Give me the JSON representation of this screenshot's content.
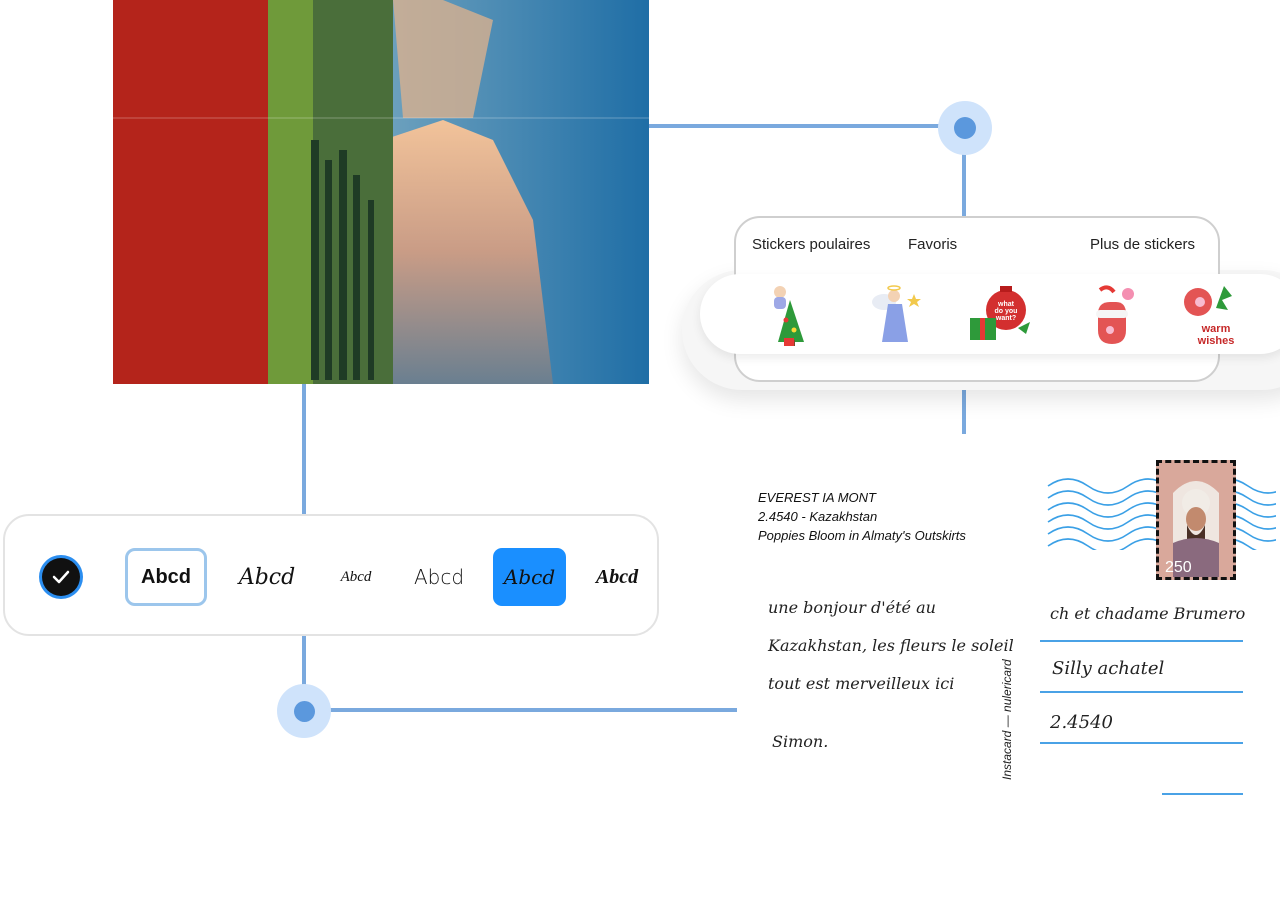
{
  "photo": {
    "subject": "poppy field and mountains"
  },
  "stickers": {
    "tabs": [
      "Stickers poulaires",
      "Favoris",
      "Plus de stickers"
    ],
    "items": [
      {
        "icon": "angel-tree-icon"
      },
      {
        "icon": "angel-star-icon"
      },
      {
        "icon": "gift-bag-icon",
        "text": "what do you want?"
      },
      {
        "icon": "mitten-icon"
      },
      {
        "icon": "warm-wishes-icon",
        "text": "warm wishes"
      }
    ]
  },
  "fonts": {
    "selected_icon": "check-icon",
    "options": [
      "Abcd",
      "Abcd",
      "Abcd",
      "Abcd",
      "Abcd",
      "Abcd"
    ]
  },
  "postcard": {
    "title": "EVEREST IA MONT",
    "meta": "2.4540  -  Kazakhstan",
    "caption": "Poppies Bloom in Almaty's Outskirts",
    "message": [
      "une bonjour d'été au",
      "Kazakhstan, les fleurs le soleil",
      "tout est merveilleux ici",
      "Simon."
    ],
    "sidebar_text": "Instacard — nulericard",
    "address": [
      "ch et chadame Brumero",
      "Silly achatel",
      "2.4540",
      ""
    ],
    "stamp_value": "250"
  },
  "colors": {
    "accent": "#1a8fff",
    "connector": "#7aa9de",
    "address_line": "#4aa2e6"
  }
}
